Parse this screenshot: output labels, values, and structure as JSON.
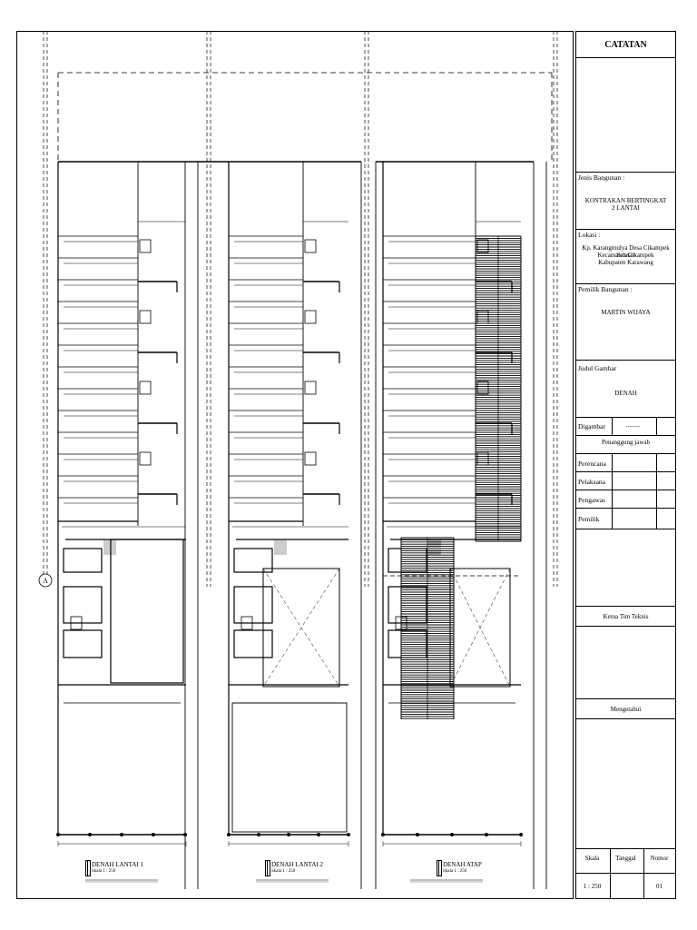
{
  "titleblock": {
    "header": "CATATAN",
    "jenis_label": "Jenis Bangunan :",
    "jenis_value_1": "KONTRAKAN BERTINGKAT",
    "jenis_value_2": "2 LANTAI",
    "lokasi_label": "Lokasi :",
    "lokasi_1": "Kp. Karangmulya Desa Cikampek Selatan",
    "lokasi_2": "Kecamatan Cikampek",
    "lokasi_3": "Kabupaten Karawang",
    "pemilik_label": "Pemilik Bangunan :",
    "pemilik_value": "MARTIN WIJAYA",
    "judul_label": "Judul Gambar",
    "judul_value": "DENAH",
    "digambar_label": "Digambar",
    "digambar_value": ".........",
    "pj_label": "Penanggung jawab",
    "roles": [
      "Perencana",
      "Pelaksana",
      "Pengawas",
      "Pemilik"
    ],
    "ketua_label": "Ketua Tim Teknis",
    "mengetahui_label": "Mengetahui",
    "skala_label": "Skala",
    "tanggal_label": "Tanggal",
    "nomor_label": "Nomor",
    "skala_value": "1 : 250",
    "tanggal_value": "",
    "nomor_value": "01"
  },
  "plans": [
    {
      "title": "DENAH LANTAI 1",
      "scale": "Skala 1 : 250"
    },
    {
      "title": "DENAH LANTAI 2",
      "scale": "Skala 1 : 250"
    },
    {
      "title": "DENAH ATAP",
      "scale": "Skala 1 : 250"
    }
  ],
  "grid_marker": "A"
}
